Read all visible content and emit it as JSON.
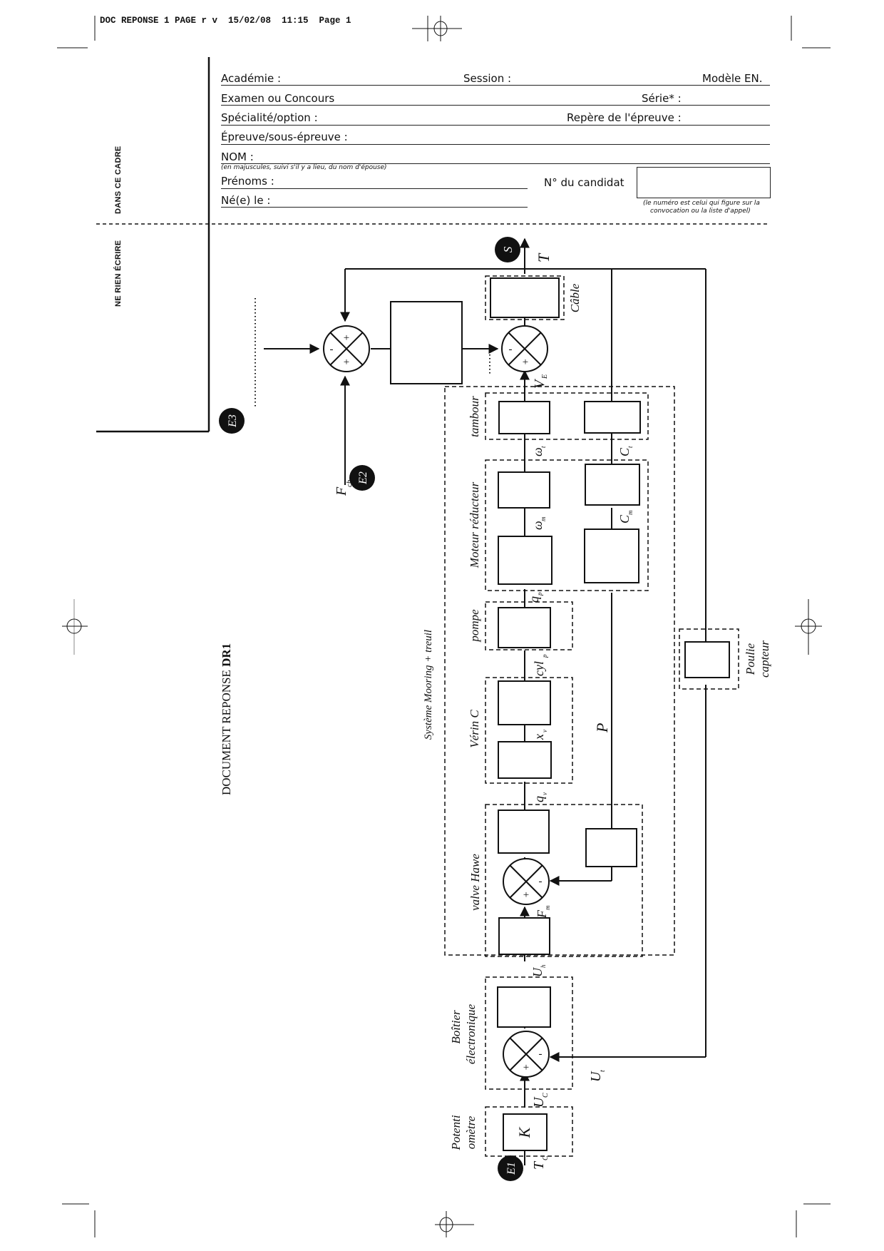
{
  "print_slug": "DOC REPONSE 1 PAGE r v  15/02/08  11:15  Page 1",
  "side_margin": {
    "top_label": "DANS CE CADRE",
    "bottom_label": "NE RIEN ÉCRIRE"
  },
  "form": {
    "academie_label": "Académie :",
    "session_label": "Session :",
    "modele_label": "Modèle EN.",
    "examen_label": "Examen ou Concours",
    "serie_label": "Série* :",
    "specialite_label": "Spécialité/option :",
    "repere_label": "Repère de l'épreuve :",
    "epreuve_label": "Épreuve/sous-épreuve :",
    "nom_label": "NOM :",
    "nom_hint": "(en majuscules, suivi s'il y a lieu, du nom d'épouse)",
    "prenoms_label": "Prénoms :",
    "candidat_label": "N° du candidat",
    "candidat_hint_1": "(le numéro est celui qui figure sur la",
    "candidat_hint_2": "convocation ou la liste d'appel)",
    "ne_le_label": "Né(e) le :"
  },
  "document_title": {
    "prefix": "DOCUMENT REPONSE ",
    "bold": "DR1"
  },
  "diagram": {
    "inputs": {
      "e1": "E1",
      "e2": "E2",
      "e3": "E3",
      "s": "S"
    },
    "signals": {
      "T": "T",
      "VE": "V",
      "VE_sub": "E",
      "Fch": "F",
      "Fch_sub": "ch",
      "omega_t": "ω",
      "omega_t_sub": "t",
      "Ct": "C",
      "Ct_sub": "t",
      "omega_m": "ω",
      "omega_m_sub": "m",
      "Cm": "C",
      "Cm_sub": "m",
      "qp": "q",
      "qp_sub": "p",
      "cylp": "cyl",
      "cylp_sub": "p",
      "xv": "x",
      "xv_sub": "v",
      "qv": "q",
      "qv_sub": "v",
      "P": "P",
      "Fm": "F",
      "Fm_sub": "m",
      "Uh": "U",
      "Uh_sub": "h",
      "Ut": "U",
      "Ut_sub": "t",
      "Uc": "U",
      "Uc_sub": "C",
      "Tc": "T",
      "Tc_sub": "C"
    },
    "blocks": {
      "cable": "Câble",
      "tambour": "tambour",
      "moteur": "Moteur réducteur",
      "pompe": "pompe",
      "verin": "Vérin C",
      "valve": "valve Hawe",
      "systeme": "Système Mooring + treuil",
      "poulie_1": "Poulie",
      "poulie_2": "capteur",
      "boitier_1": "Boîtier",
      "boitier_2": "électronique",
      "potentio_1": "Potenti",
      "potentio_2": "omètre",
      "gain_k": "K"
    },
    "summer_signs": {
      "plus": "+",
      "minus": "-"
    },
    "blank_placeholder": "......"
  }
}
